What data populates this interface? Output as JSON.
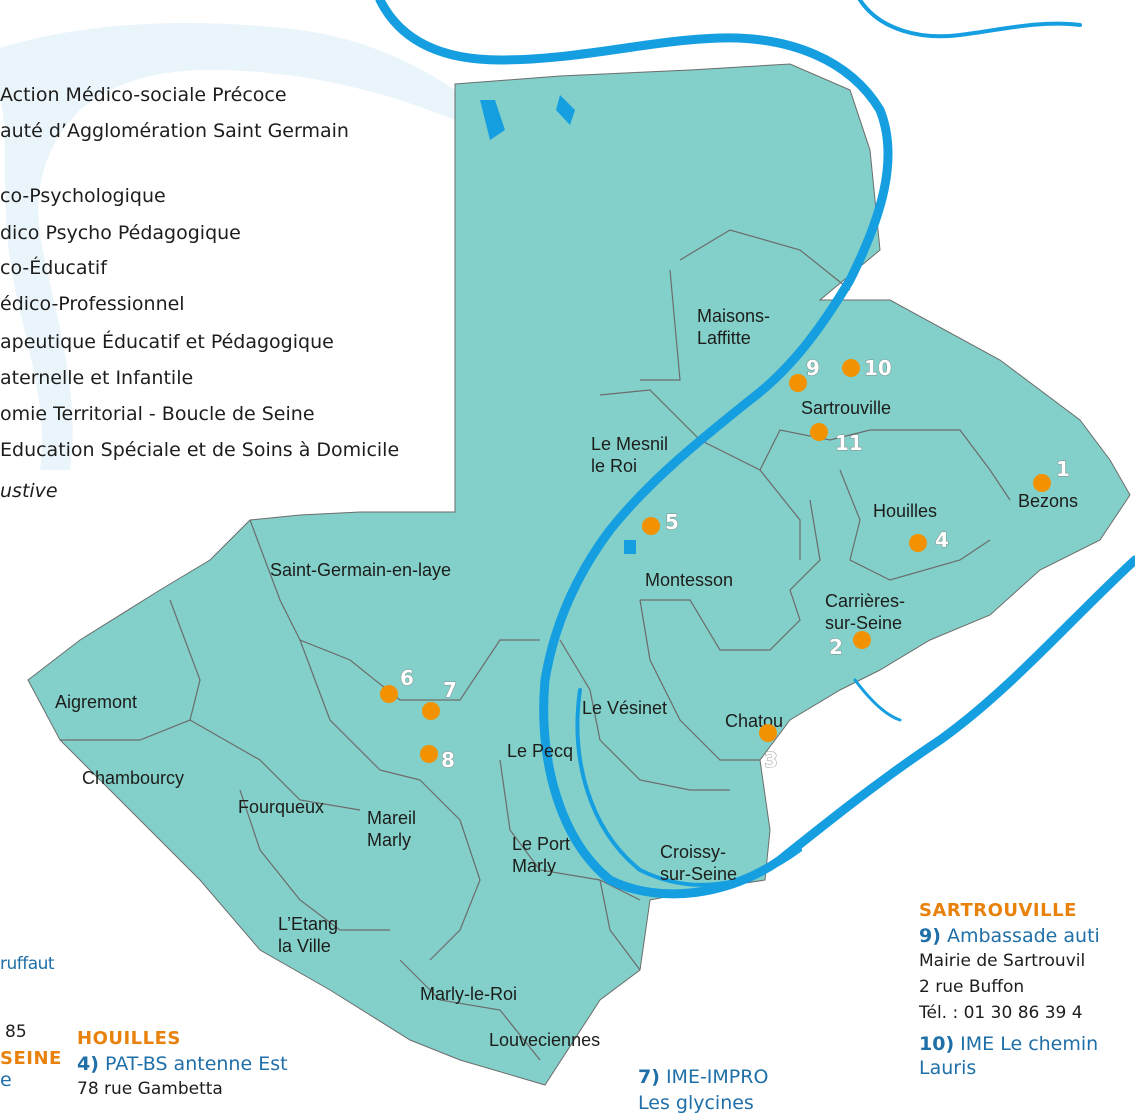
{
  "legend": [
    "Action Médico-sociale Précoce",
    "auté d’Agglomération Saint Germain",
    "co-Psychologique",
    "dico Psycho Pédagogique",
    "co-Éducatif",
    "édico-Professionnel",
    "apeutique Éducatif et Pédagogique",
    "aternelle et Infantile",
    "omie Territorial - Boucle de Seine",
    "Education Spéciale et de Soins à Domicile"
  ],
  "legend_note": "ustive",
  "towns": {
    "maisons": [
      "Maisons-",
      "Laffitte"
    ],
    "sartrouville": "Sartrouville",
    "mesnil": [
      "Le Mesnil",
      "le Roi"
    ],
    "bezons": "Bezons",
    "houilles": "Houilles",
    "sgl": "Saint-Germain-en-laye",
    "montesson": "Montesson",
    "carrieres": [
      "Carrières-",
      "sur-Seine"
    ],
    "aigremont": "Aigremont",
    "vesinet": "Le Vésinet",
    "chatou": "Chatou",
    "pecq": "Le Pecq",
    "chambourcy": "Chambourcy",
    "fourqueux": "Fourqueux",
    "mareil": [
      "Mareil",
      "Marly"
    ],
    "portmarly": [
      "Le Port",
      "Marly"
    ],
    "croissy": [
      "Croissy-",
      "sur-Seine"
    ],
    "etang": [
      "L’Etang",
      "la Ville"
    ],
    "marlyroi": "Marly-le-Roi",
    "louveciennes": "Louveciennes"
  },
  "markers": [
    "1",
    "2",
    "3",
    "4",
    "5",
    "6",
    "7",
    "8",
    "9",
    "10",
    "11"
  ],
  "left_info": {
    "line1": "ruffaut",
    "line2": "85",
    "line3": "SEINE",
    "line4": "e"
  },
  "houilles_info": {
    "city": "HOUILLES",
    "entry_num": "4)",
    "entry_name": "PAT-BS antenne Est",
    "address": "78 rue Gambetta"
  },
  "center_info": {
    "entry_num": "7)",
    "entry_name": "IME-IMPRO",
    "entry_sub": "Les glycines"
  },
  "sartrouville_info": {
    "city": "SARTROUVILLE",
    "entry9_num": "9)",
    "entry9_name": "Ambassade auti",
    "line_mairie": "Mairie de Sartrouvil",
    "line_address": "2 rue Buffon",
    "line_tel": "Tél. : 01 30 86 39 4",
    "entry10_num": "10)",
    "entry10_name": "IME Le chemin",
    "entry10_sub": "Lauris"
  },
  "colors": {
    "land": "#82d0c9",
    "river": "#169fe0",
    "border": "#6c6c6c",
    "marker": "#f39200",
    "accent_orange": "#e8820c",
    "accent_blue": "#1f6fa8"
  }
}
